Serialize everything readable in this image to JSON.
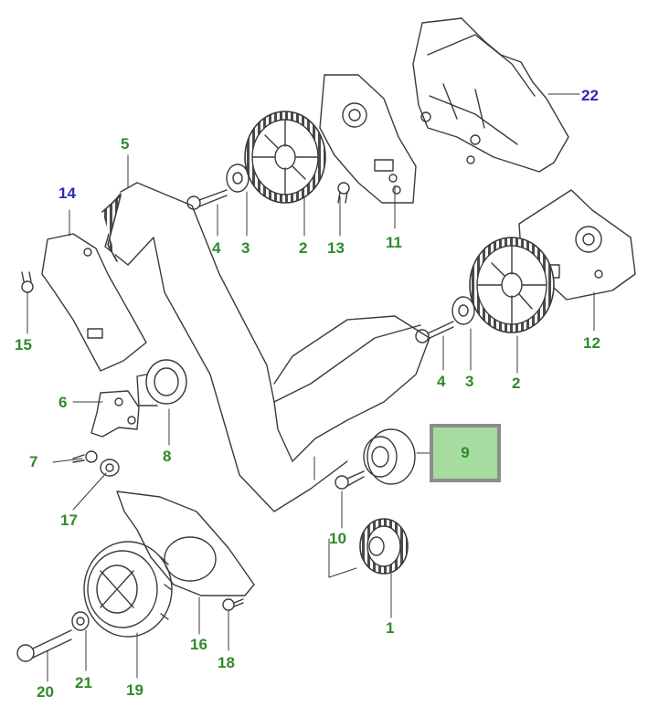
{
  "diagram": {
    "type": "exploded parts diagram",
    "highlighted_callout": "9",
    "colors": {
      "line": "#3a3a3a",
      "callout_green": "#2f8a2a",
      "callout_blue": "#2a2ab8",
      "highlight_fill": "#a6dca0",
      "highlight_border": "#8c8c8c"
    },
    "callouts": [
      {
        "id": "c1",
        "label": "1",
        "color": "green"
      },
      {
        "id": "c2a",
        "label": "2",
        "color": "green"
      },
      {
        "id": "c2b",
        "label": "2",
        "color": "green"
      },
      {
        "id": "c3a",
        "label": "3",
        "color": "green"
      },
      {
        "id": "c3b",
        "label": "3",
        "color": "green"
      },
      {
        "id": "c4a",
        "label": "4",
        "color": "green"
      },
      {
        "id": "c4b",
        "label": "4",
        "color": "green"
      },
      {
        "id": "c5",
        "label": "5",
        "color": "green"
      },
      {
        "id": "c6",
        "label": "6",
        "color": "green"
      },
      {
        "id": "c7",
        "label": "7",
        "color": "green"
      },
      {
        "id": "c8",
        "label": "8",
        "color": "green"
      },
      {
        "id": "c9",
        "label": "9",
        "color": "green"
      },
      {
        "id": "c10",
        "label": "10",
        "color": "green"
      },
      {
        "id": "c11",
        "label": "11",
        "color": "green"
      },
      {
        "id": "c12",
        "label": "12",
        "color": "green"
      },
      {
        "id": "c13",
        "label": "13",
        "color": "green"
      },
      {
        "id": "c14",
        "label": "14",
        "color": "blue"
      },
      {
        "id": "c15",
        "label": "15",
        "color": "green"
      },
      {
        "id": "c16",
        "label": "16",
        "color": "green"
      },
      {
        "id": "c17",
        "label": "17",
        "color": "green"
      },
      {
        "id": "c18",
        "label": "18",
        "color": "green"
      },
      {
        "id": "c19",
        "label": "19",
        "color": "green"
      },
      {
        "id": "c20",
        "label": "20",
        "color": "green"
      },
      {
        "id": "c21",
        "label": "21",
        "color": "green"
      },
      {
        "id": "c22",
        "label": "22",
        "color": "blue"
      }
    ]
  }
}
